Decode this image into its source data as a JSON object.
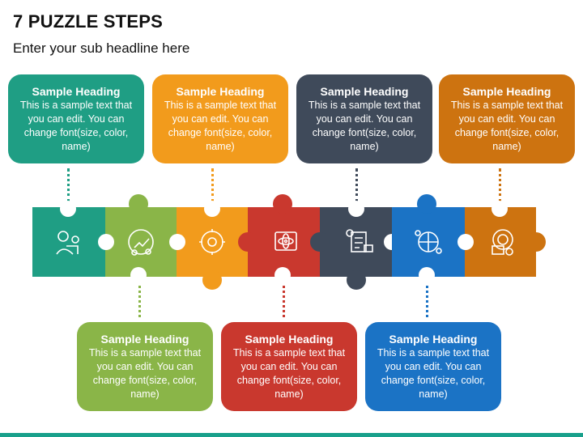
{
  "title": "7 PUZZLE STEPS",
  "subtitle": "Enter your sub headline here",
  "steps": [
    {
      "heading": "Sample Heading",
      "body": "This is a sample text that you can edit. You can change font(size, color, name)",
      "color": "#1f9e84",
      "icon": "engineer-gear-icon"
    },
    {
      "heading": "Sample Heading",
      "body": "This is a sample text that you can edit. You can change font(size, color, name)",
      "color": "#8ab548",
      "icon": "idea-growth-cycle-icon"
    },
    {
      "heading": "Sample Heading",
      "body": "This is a sample text that you can edit. You can change font(size, color, name)",
      "color": "#f29b1c",
      "icon": "brain-gear-icon"
    },
    {
      "heading": "Sample Heading",
      "body": "This is a sample text that you can edit. You can change font(size, color, name)",
      "color": "#c9382e",
      "icon": "atom-monitor-icon"
    },
    {
      "heading": "Sample Heading",
      "body": "This is a sample text that you can edit. You can change font(size, color, name)",
      "color": "#3f4a5a",
      "icon": "flowchart-document-icon"
    },
    {
      "heading": "Sample Heading",
      "body": "This is a sample text that you can edit. You can change font(size, color, name)",
      "color": "#1b73c5",
      "icon": "network-nodes-icon"
    },
    {
      "heading": "Sample Heading",
      "body": "This is a sample text that you can edit. You can change font(size, color, name)",
      "color": "#cd7310",
      "icon": "target-checklist-icon"
    }
  ]
}
